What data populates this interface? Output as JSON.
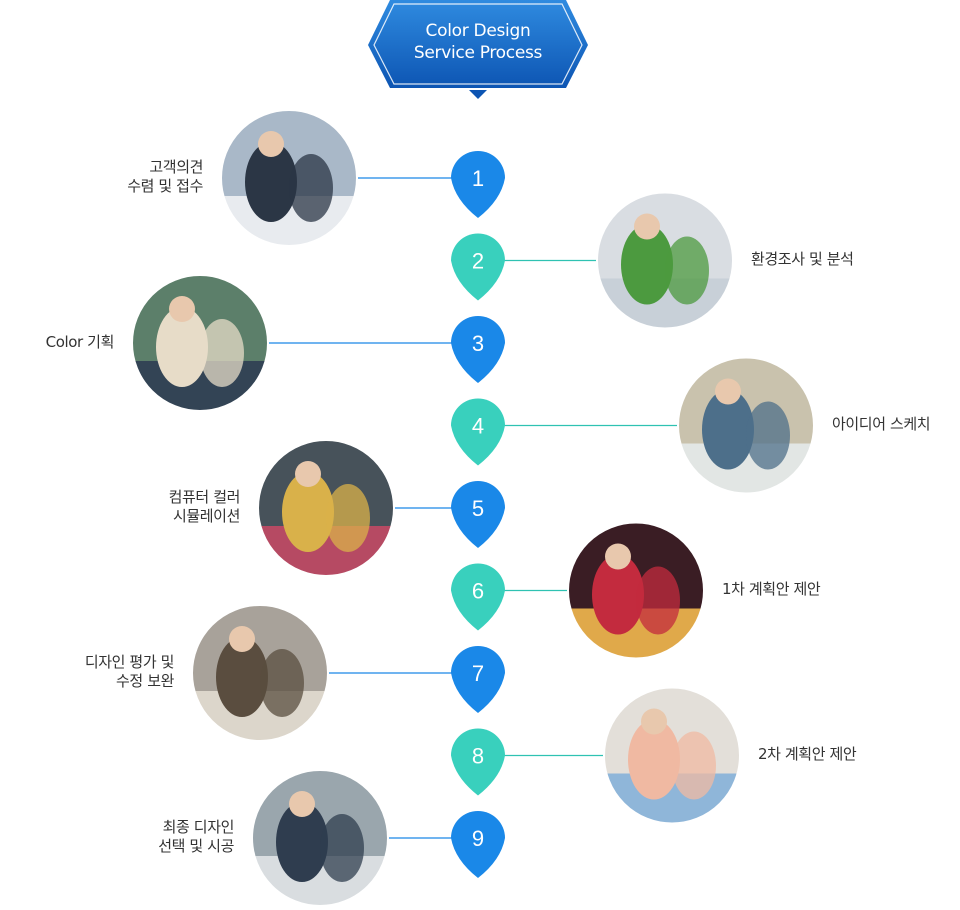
{
  "title": {
    "line1": "Color Design",
    "line2": "Service Process"
  },
  "colors": {
    "blue": "#1a88e8",
    "teal": "#39d0bd",
    "title_dark": "#0d55b3",
    "title_light": "#2f8be0",
    "connector_blue": "#1a88e8",
    "connector_teal": "#2fc2b2"
  },
  "steps": [
    {
      "number": "1",
      "label": "고객의견\n수렴 및 접수",
      "side": "left",
      "color": "blue",
      "photo_icon": "business-meeting-photo-icon"
    },
    {
      "number": "2",
      "label": "환경조사 및 분석",
      "side": "right",
      "color": "teal",
      "photo_icon": "chart-analysis-photo-icon"
    },
    {
      "number": "3",
      "label": "Color 기획",
      "side": "left",
      "color": "blue",
      "photo_icon": "team-laptop-photo-icon"
    },
    {
      "number": "4",
      "label": "아이디어 스케치",
      "side": "right",
      "color": "teal",
      "photo_icon": "architecture-sketch-photo-icon"
    },
    {
      "number": "5",
      "label": "컴퓨터 컬러\n시뮬레이션",
      "side": "left",
      "color": "blue",
      "photo_icon": "color-swatches-photo-icon"
    },
    {
      "number": "6",
      "label": "1차 계획안 제안",
      "side": "right",
      "color": "teal",
      "photo_icon": "color-fan-deck-photo-icon"
    },
    {
      "number": "7",
      "label": "디자인 평가 및\n수정 보완",
      "side": "left",
      "color": "blue",
      "photo_icon": "team-review-photo-icon"
    },
    {
      "number": "8",
      "label": "2차 계획안 제안",
      "side": "right",
      "color": "teal",
      "photo_icon": "color-wheel-photo-icon"
    },
    {
      "number": "9",
      "label": "최종 디자인\n선택 및 시공",
      "side": "left",
      "color": "blue",
      "photo_icon": "construction-photo-icon"
    }
  ]
}
